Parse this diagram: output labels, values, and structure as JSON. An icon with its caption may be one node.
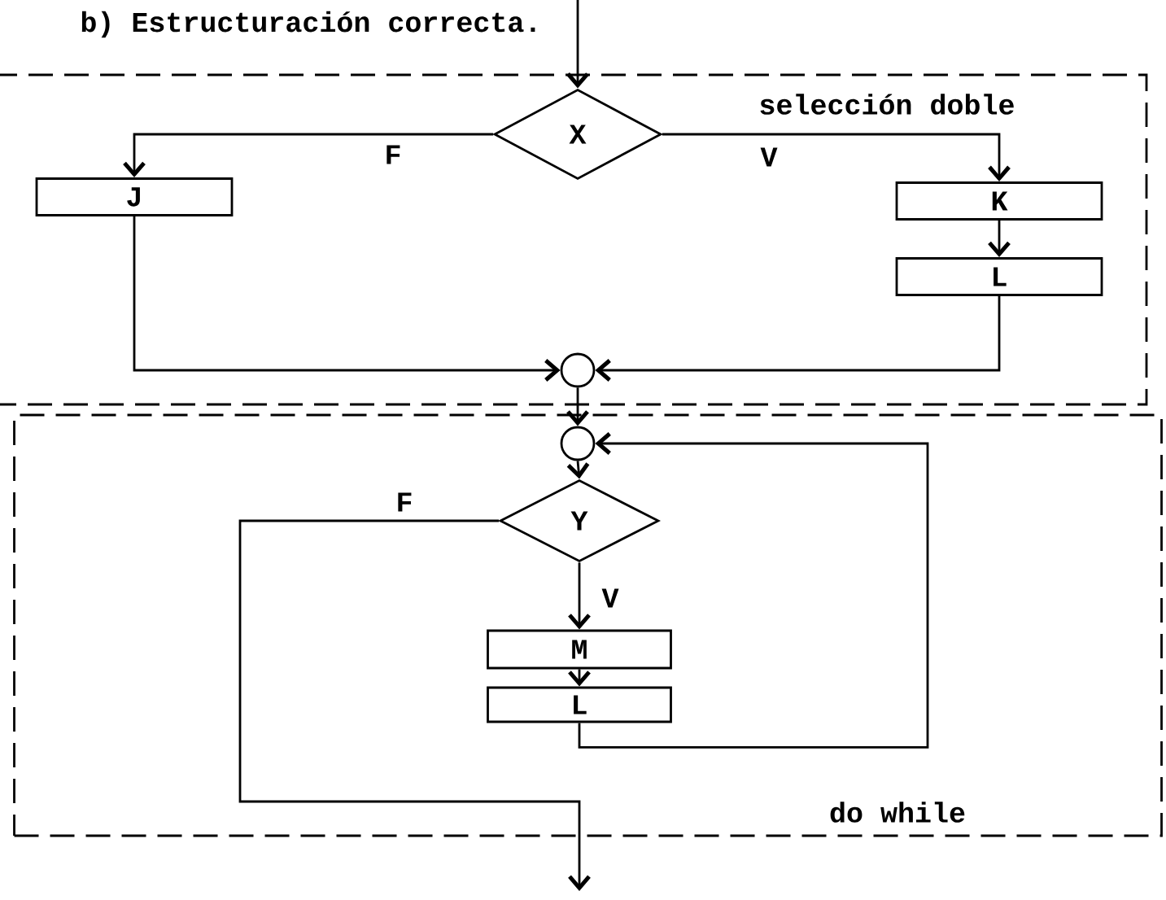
{
  "diagram": {
    "title": "b) Estructuración correcta.",
    "nodes": [
      {
        "text": [
          "selección doble"
        ]
      },
      {
        "text": [
          "X"
        ],
        "in": 0
      },
      {
        "text": [
          "J"
        ],
        "in": 0
      },
      {
        "text": [
          "K"
        ],
        "in": 0
      },
      {
        "text": [
          "L"
        ],
        "in": 0
      },
      {
        "text": [],
        "shape": "circle",
        "in": 0
      },
      {
        "text": [
          "do while"
        ]
      },
      {
        "text": [],
        "shape": "circle",
        "in": 6
      },
      {
        "text": [
          "Y"
        ],
        "in": 6
      },
      {
        "text": [
          "M"
        ],
        "in": 6
      },
      {
        "text": [
          "L"
        ],
        "in": 6
      }
    ],
    "edges": [
      {
        "from": null,
        "to": 1,
        "arrow": "to"
      },
      {
        "from": 1,
        "to": 2,
        "arrow": "to",
        "label": "F"
      },
      {
        "from": 1,
        "to": 3,
        "arrow": "to",
        "label": "V"
      },
      {
        "from": 3,
        "to": 4,
        "arrow": "to"
      },
      {
        "from": 2,
        "to": 5,
        "arrow": "to"
      },
      {
        "from": 4,
        "to": 5,
        "arrow": "to"
      },
      {
        "from": 5,
        "to": 7,
        "arrow": "to"
      },
      {
        "from": 7,
        "to": 8,
        "arrow": "to"
      },
      {
        "from": 8,
        "to": 9,
        "arrow": "to",
        "label": "V"
      },
      {
        "from": 9,
        "to": 10,
        "arrow": "to"
      },
      {
        "from": 10,
        "to": 7,
        "arrow": "to"
      },
      {
        "from": 8,
        "to": null,
        "arrow": "to",
        "label": "F"
      }
    ]
  }
}
